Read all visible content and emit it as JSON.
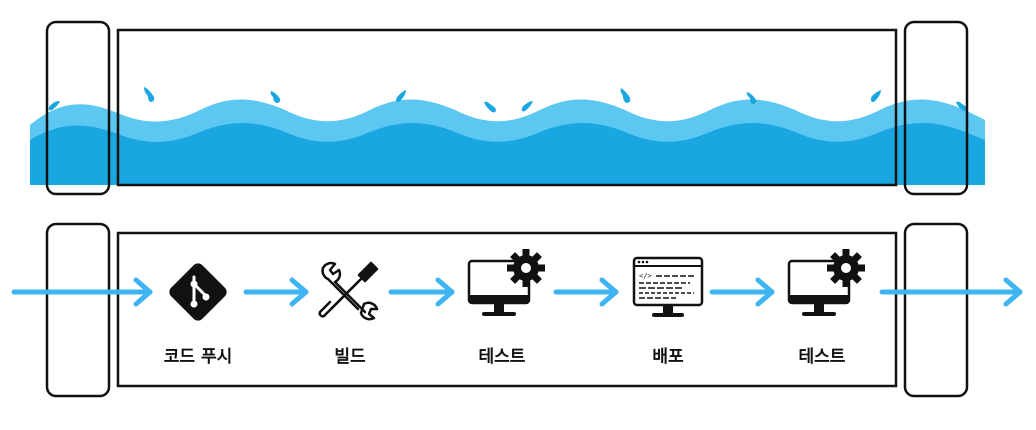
{
  "colors": {
    "water_light": "#5cc8f2",
    "water_dark": "#1aa7e1",
    "arrow": "#3eb4f2",
    "outline": "#111111"
  },
  "pipeline": {
    "stages": [
      {
        "label": "코드 푸시",
        "icon": "git-icon"
      },
      {
        "label": "빌드",
        "icon": "tools-icon"
      },
      {
        "label": "테스트",
        "icon": "monitor-gear-icon"
      },
      {
        "label": "배포",
        "icon": "code-window-icon"
      },
      {
        "label": "테스트",
        "icon": "monitor-gear-icon"
      }
    ]
  }
}
